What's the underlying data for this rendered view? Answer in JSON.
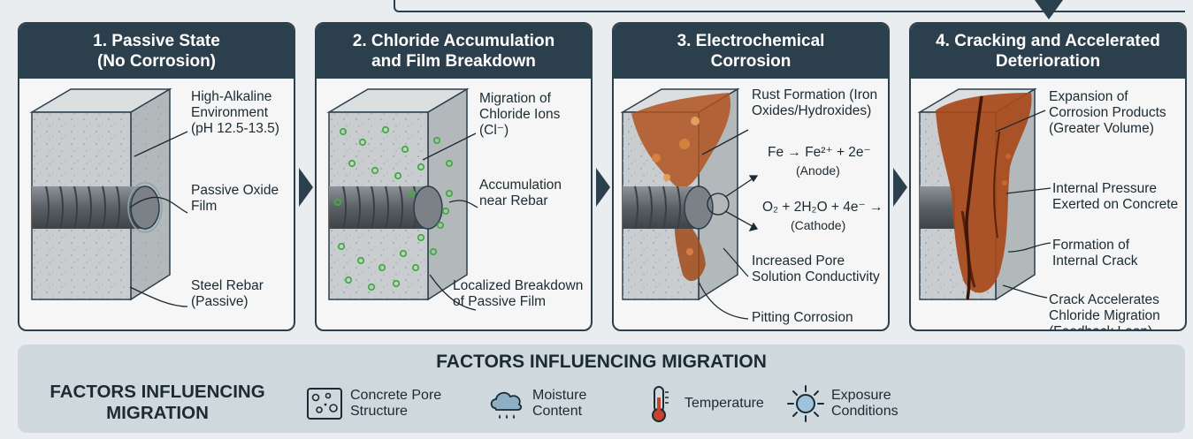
{
  "stages": [
    {
      "title_lines": [
        "1. Passive State",
        "(No Corrosion)"
      ],
      "labels": [
        {
          "lines": [
            "High-Alkaline",
            "Environment",
            "(pH 12.5-13.5)"
          ]
        },
        {
          "lines": [
            "Passive Oxide",
            "Film"
          ]
        },
        {
          "lines": [
            "Steel Rebar",
            "(Passive)"
          ]
        }
      ]
    },
    {
      "title_lines": [
        "2. Chloride Accumulation",
        "and Film Breakdown"
      ],
      "labels": [
        {
          "lines": [
            "Migration of",
            "Chloride Ions",
            "(Cl⁻)"
          ]
        },
        {
          "lines": [
            "Accumulation",
            "near Rebar"
          ]
        },
        {
          "lines": [
            "Localized Breakdown",
            "of Passive Film"
          ]
        }
      ]
    },
    {
      "title_lines": [
        "3. Electrochemical",
        "Corrosion"
      ],
      "labels": [
        {
          "lines": [
            "Rust Formation (Iron",
            "Oxides/Hydroxides)"
          ]
        },
        {
          "lines": [
            "Increased Pore",
            "Solution Conductivity"
          ]
        },
        {
          "lines": [
            "Pitting Corrosion"
          ]
        }
      ],
      "anode_equation": "Fe → Fe²⁺ + 2e⁻",
      "anode_label": "(Anode)",
      "cathode_equation": "O₂ + 2H₂O + 4e⁻ →",
      "cathode_label": "(Cathode)"
    },
    {
      "title_lines": [
        "4. Cracking and Accelerated",
        "Deterioration"
      ],
      "labels": [
        {
          "lines": [
            "Expansion of",
            "Corrosion Products",
            "(Greater Volume)"
          ]
        },
        {
          "lines": [
            "Internal Pressure",
            "Exerted on Concrete"
          ]
        },
        {
          "lines": [
            "Formation of",
            "Internal Crack"
          ]
        },
        {
          "lines": [
            "Crack Accelerates",
            "Chloride Migration",
            "(Feedback Loop)"
          ]
        }
      ]
    }
  ],
  "factors": {
    "title": "FACTORS INFLUENCING MIGRATION",
    "side_title_lines": [
      "FACTORS INFLUENCING",
      "MIGRATION"
    ],
    "items": [
      {
        "icon": "concrete-pore-icon",
        "lines": [
          "Concrete Pore",
          "Structure"
        ]
      },
      {
        "icon": "rain-cloud-icon",
        "lines": [
          "Moisture",
          "Content"
        ]
      },
      {
        "icon": "thermometer-icon",
        "lines": [
          "Temperature"
        ]
      },
      {
        "icon": "sun-icon",
        "lines": [
          "Exposure",
          "Conditions"
        ]
      }
    ]
  },
  "colors": {
    "header": "#2b3f4c",
    "concrete": "#c9cdcf",
    "rebar": "#6d7378",
    "chloride": "#3fae3f",
    "rust": "#b0521e"
  }
}
